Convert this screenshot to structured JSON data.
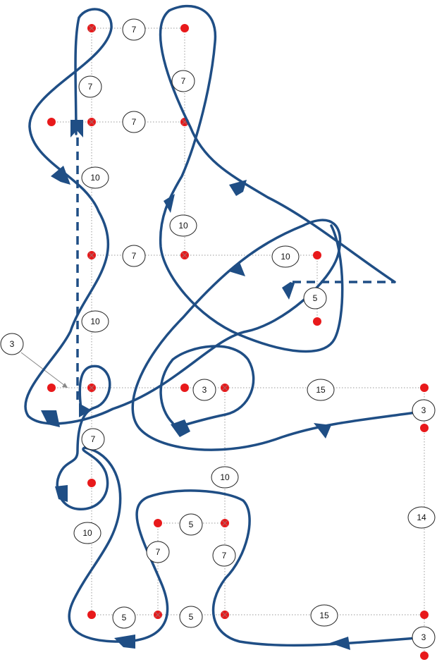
{
  "labels": [
    {
      "text": "7"
    },
    {
      "text": "7"
    },
    {
      "text": "7"
    },
    {
      "text": "7"
    },
    {
      "text": "10"
    },
    {
      "text": "10"
    },
    {
      "text": "7"
    },
    {
      "text": "10"
    },
    {
      "text": "10"
    },
    {
      "text": "5"
    },
    {
      "text": "3"
    },
    {
      "text": "3"
    },
    {
      "text": "15"
    },
    {
      "text": "3"
    },
    {
      "text": "7"
    },
    {
      "text": "10"
    },
    {
      "text": "10"
    },
    {
      "text": "14"
    },
    {
      "text": "5"
    },
    {
      "text": "7"
    },
    {
      "text": "7"
    },
    {
      "text": "5"
    },
    {
      "text": "5"
    },
    {
      "text": "15"
    },
    {
      "text": "3"
    }
  ],
  "colors": {
    "node": "#e8191b",
    "route": "#1f4e85",
    "edge": "#9a9a9a"
  }
}
